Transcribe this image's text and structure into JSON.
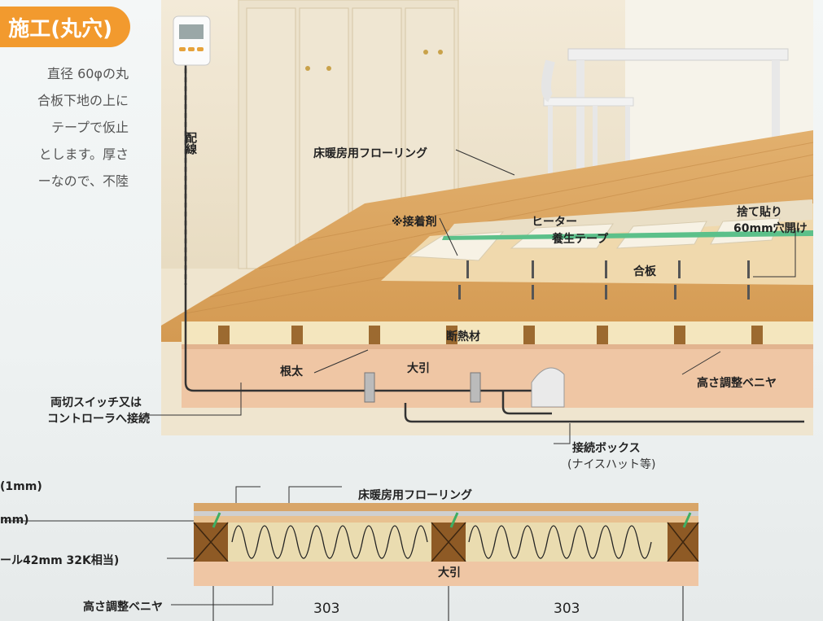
{
  "title": "施工(丸穴)",
  "body_lines": [
    "直径 60φの丸",
    "合板下地の上に",
    "テープで仮止",
    "とします。厚さ",
    "ーなので、不陸"
  ],
  "labels": {
    "haisen": "配線",
    "flooring": "床暖房用フローリング",
    "adhesive": "※接着剤",
    "heater": "ヒーター",
    "curing_tape": "養生テープ",
    "sutebari_1": "捨て貼り",
    "sutebari_2": "60mm穴開け",
    "plywood": "合板",
    "insulation": "断熱材",
    "joist": "根太",
    "beam": "大引",
    "veneer": "高さ調整ベニヤ",
    "switch_1": "両切スイッチ又は",
    "switch_2": "コントローラへ接続",
    "junction_1": "接続ボックス",
    "junction_2": "(ナイスハット等)"
  },
  "section": {
    "flooring": "床暖房用フローリング",
    "left_label_1": "(1mm)",
    "left_label_2": "mm)",
    "left_label_3": "ール42mm 32K相当)",
    "veneer": "高さ調整ベニヤ",
    "beam": "大引",
    "dim_left": "303",
    "dim_right": "303"
  },
  "colors": {
    "badge": "#f29a2e",
    "wood": "#e3b77b",
    "insulation": "#f4e6be",
    "veneer": "#efc6a4",
    "tape": "#5cc08a",
    "joist": "#9c6a30"
  }
}
